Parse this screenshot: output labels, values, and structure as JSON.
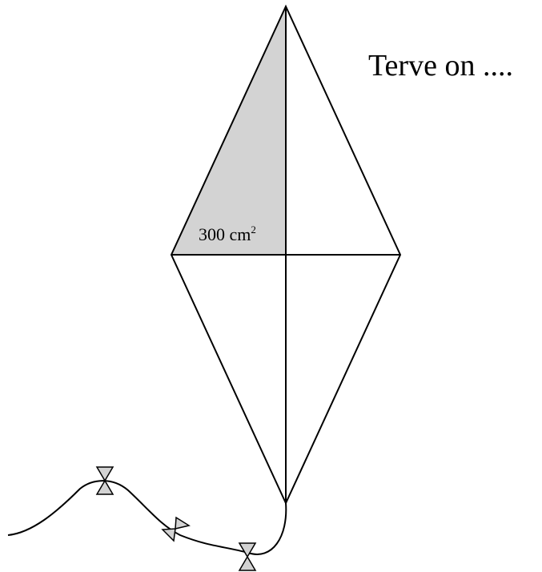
{
  "question": {
    "text": "Terve on ...."
  },
  "kite": {
    "shaded_area_value": "300 cm",
    "shaded_area_unit_exponent": "2",
    "colors": {
      "stroke": "#000000",
      "shaded_fill": "#d3d3d3",
      "bow_fill": "#d3d3d3",
      "background": "#ffffff"
    }
  }
}
